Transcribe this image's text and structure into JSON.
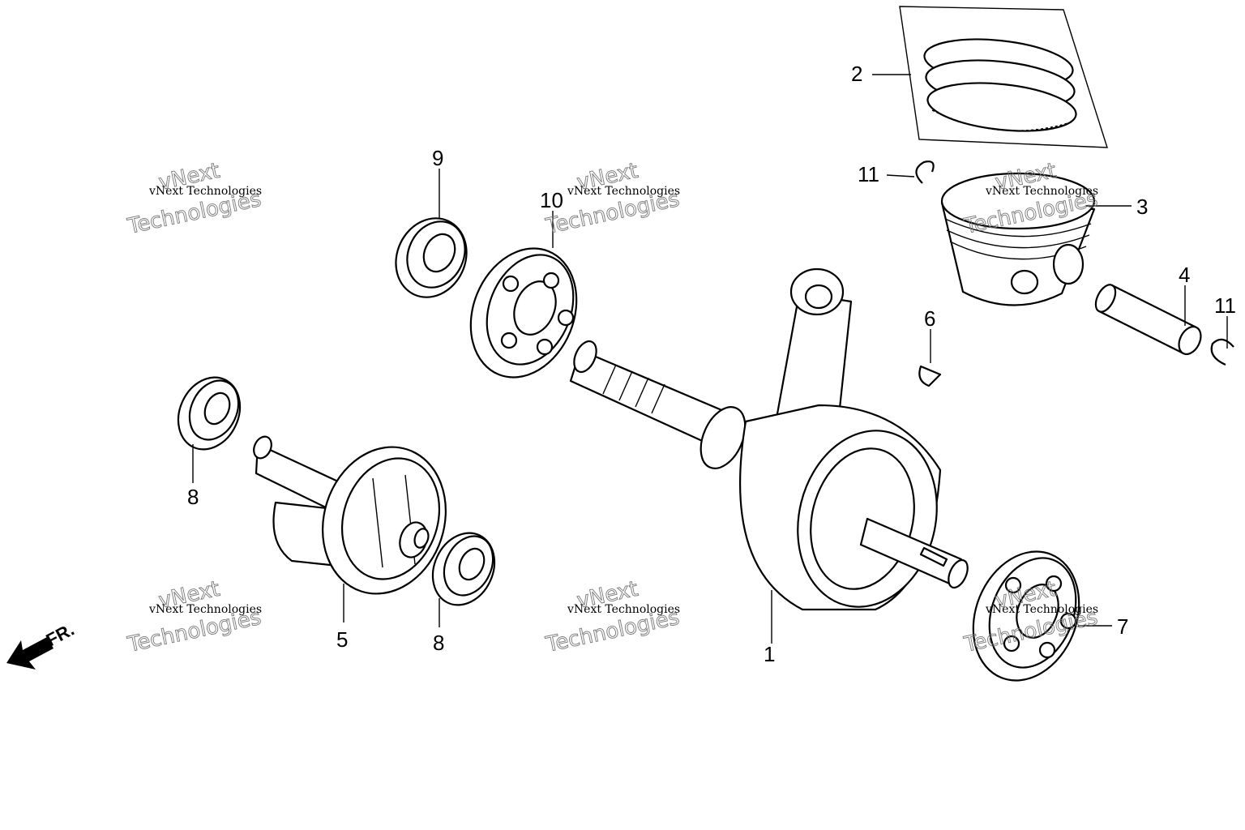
{
  "callouts": {
    "c1": "1",
    "c2": "2",
    "c3": "3",
    "c4": "4",
    "c5": "5",
    "c6": "6",
    "c7": "7",
    "c8a": "8",
    "c8b": "8",
    "c9": "9",
    "c10": "10",
    "c11a": "11",
    "c11b": "11"
  },
  "direction_label": "FR.",
  "watermark": {
    "small": "vNext Technologies",
    "big_line1": "vNext",
    "big_line2": "Technologies"
  }
}
